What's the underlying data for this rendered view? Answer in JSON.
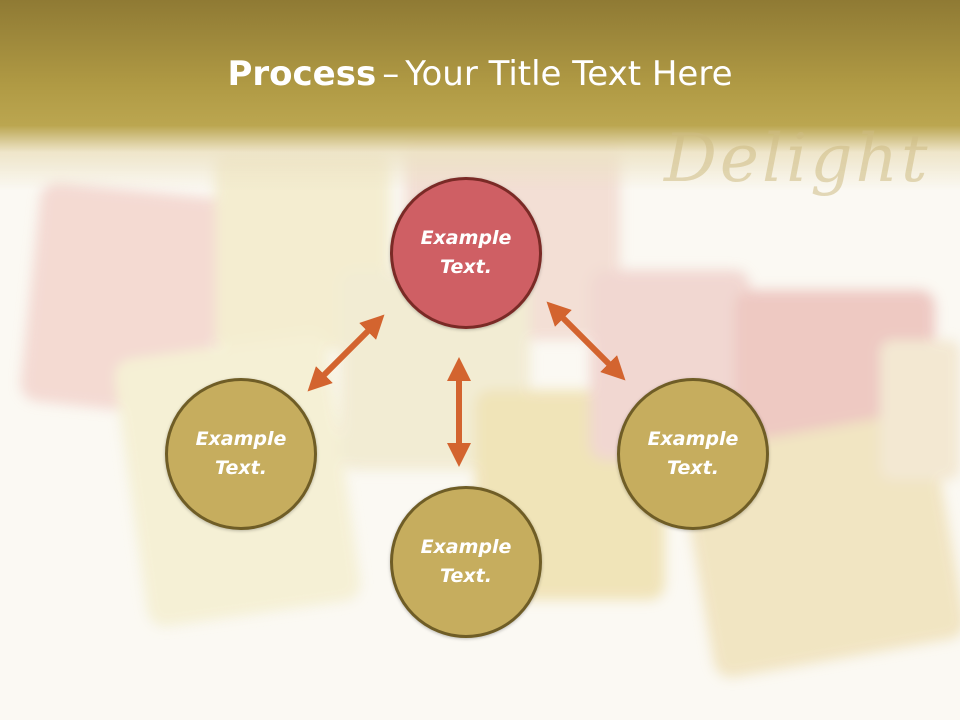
{
  "title": {
    "bold": "Process",
    "dash": "–",
    "rest": "Your Title Text Here"
  },
  "watermark": "Delight",
  "nodes": {
    "top": "Example Text.",
    "left": "Example Text.",
    "right": "Example Text.",
    "bottom": "Example Text."
  },
  "colors": {
    "header": "#b09a44",
    "node_primary": "#cf5f64",
    "node_secondary": "#c6ad5e",
    "arrow": "#d3642f"
  }
}
